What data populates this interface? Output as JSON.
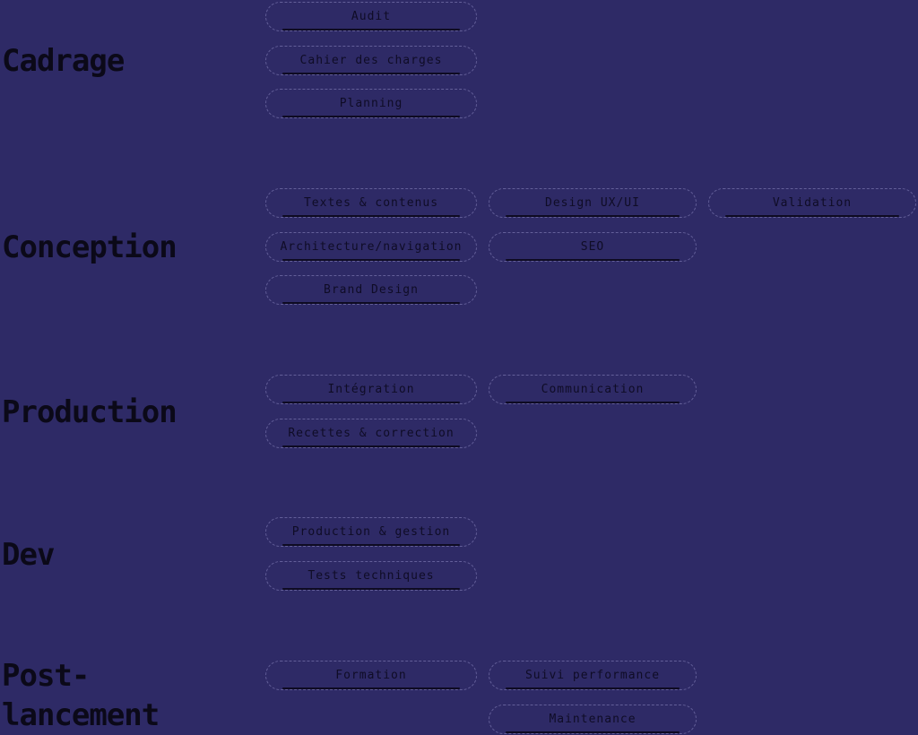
{
  "board": {
    "background_color": "#2e2a66",
    "phase_label_color": "#0b0918",
    "pill_text_color": "#0f0c26",
    "pill_border_color": "#a5a0d7",
    "pill_underline_color": "#0e0b22"
  },
  "phases": [
    {
      "id": "cadrage",
      "label_lines": [
        "Cadrage"
      ],
      "columns": [
        [
          "Audit",
          "Cahier des charges",
          "Planning"
        ]
      ]
    },
    {
      "id": "conception",
      "label_lines": [
        "Conception"
      ],
      "columns": [
        [
          "Textes & contenus",
          "Architecture/navigation",
          "Brand Design"
        ],
        [
          "Design UX/UI",
          "SEO"
        ],
        [
          "Validation"
        ]
      ]
    },
    {
      "id": "production",
      "label_lines": [
        "Production"
      ],
      "columns": [
        [
          "Intégration",
          "Recettes & correction"
        ],
        [
          "Communication"
        ]
      ]
    },
    {
      "id": "dev",
      "label_lines": [
        "Dev"
      ],
      "columns": [
        [
          "Production & gestion",
          "Tests techniques"
        ]
      ]
    },
    {
      "id": "post-lancement",
      "label_lines": [
        "Post-",
        "lancement"
      ],
      "columns": [
        [
          "Formation"
        ],
        [
          "Suivi performance",
          "Maintenance"
        ]
      ]
    }
  ]
}
